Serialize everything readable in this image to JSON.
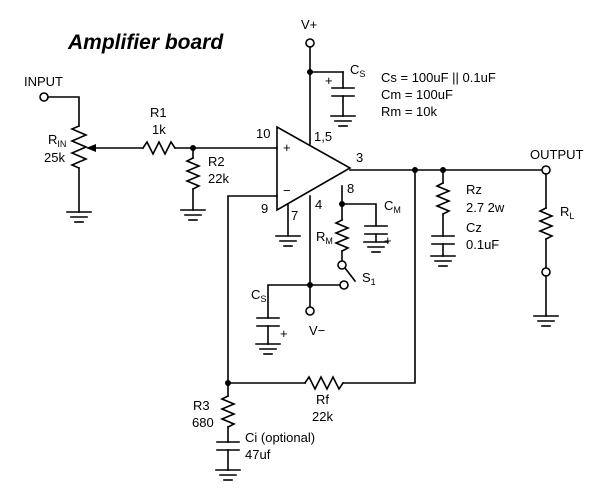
{
  "title": "Amplifier board",
  "ports": {
    "input": "INPUT",
    "output": "OUTPUT",
    "vplus": "V+",
    "vminus": "V−"
  },
  "notes": [
    "Cs = 100uF || 0.1uF",
    "Cm = 100uF",
    "Rm = 10k"
  ],
  "components": {
    "rin_name": "R",
    "rin_sub": "IN",
    "rin_value": "25k",
    "r1_name": "R1",
    "r1_value": "1k",
    "r2_name": "R2",
    "r2_value": "22k",
    "rz_name": "Rz",
    "rz_value": "2.7 2w",
    "cz_name": "Cz",
    "cz_value": "0.1uF",
    "rl_name": "R",
    "rl_sub": "L",
    "rf_name": "Rf",
    "rf_value": "22k",
    "r3_name": "R3",
    "r3_value": "680",
    "ci_name": "Ci (optional)",
    "ci_value": "47uf",
    "rm_name": "R",
    "rm_sub": "M",
    "cm_name": "C",
    "cm_sub": "M",
    "cs_top_name": "C",
    "cs_top_sub": "S",
    "cs_bot_name": "C",
    "cs_bot_sub": "S",
    "s1_name": "S",
    "s1_sub": "1"
  },
  "amp": {
    "plus": "+",
    "minus": "−",
    "pins": {
      "p10": "10",
      "p15": "1,5",
      "p3": "3",
      "p8": "8",
      "p9": "9",
      "p7": "7",
      "p4": "4"
    }
  },
  "polarity": "+"
}
